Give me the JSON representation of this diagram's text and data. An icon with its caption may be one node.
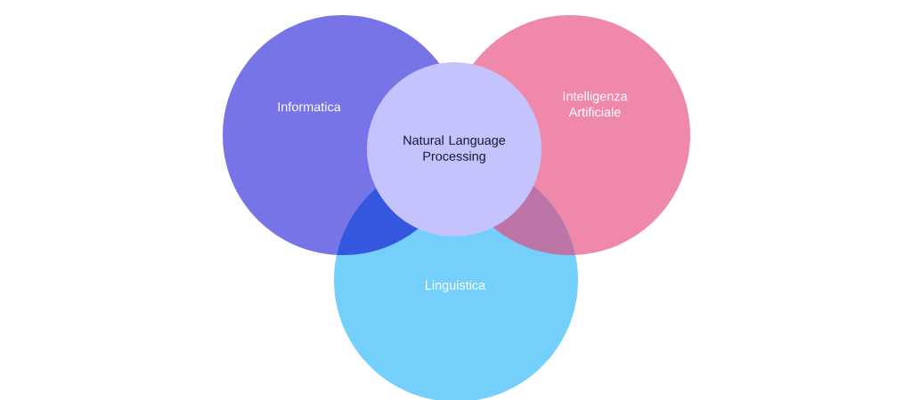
{
  "diagram": {
    "nodes": [
      {
        "text": [
          "Informatica"
        ]
      },
      {
        "text": [
          "Intelligenza Artificiale"
        ]
      },
      {
        "text": [
          "Linguistica"
        ]
      },
      {
        "text": [
          "Natural Language Processing"
        ]
      }
    ]
  }
}
